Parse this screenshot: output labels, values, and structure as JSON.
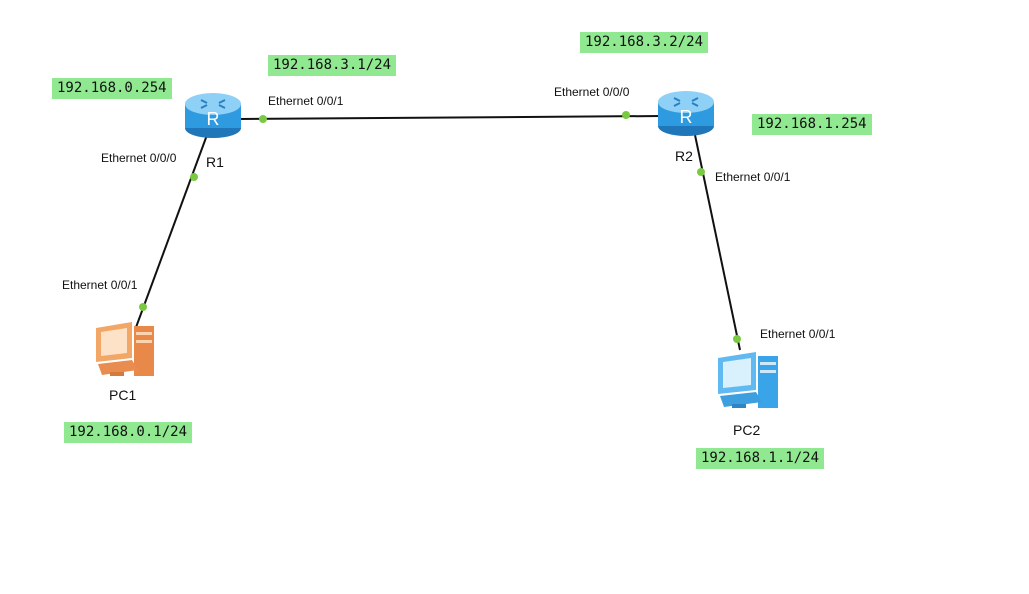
{
  "colors": {
    "ip_label_bg": "#90e890",
    "port_dot": "#7ac943",
    "link": "#111111",
    "router_body": "#2e9be0",
    "pc1_body": "#f2a766",
    "pc2_body": "#3aa4e8"
  },
  "devices": {
    "r1": {
      "name": "R1",
      "icon": "router-icon"
    },
    "r2": {
      "name": "R2",
      "icon": "router-icon"
    },
    "pc1": {
      "name": "PC1",
      "icon": "pc-icon"
    },
    "pc2": {
      "name": "PC2",
      "icon": "pc-icon"
    }
  },
  "interfaces": {
    "r1_g0": "Ethernet 0/0/0",
    "r1_g1": "Ethernet 0/0/1",
    "r2_g0": "Ethernet 0/0/0",
    "r2_g1": "Ethernet 0/0/1",
    "pc1_eth": "Ethernet 0/0/1",
    "pc2_eth": "Ethernet 0/0/1"
  },
  "addresses": {
    "r1_lan": "192.168.0.254",
    "r1_wan": "192.168.3.1/24",
    "r2_wan": "192.168.3.2/24",
    "r2_lan": "192.168.1.254",
    "pc1": "192.168.0.1/24",
    "pc2": "192.168.1.1/24"
  }
}
